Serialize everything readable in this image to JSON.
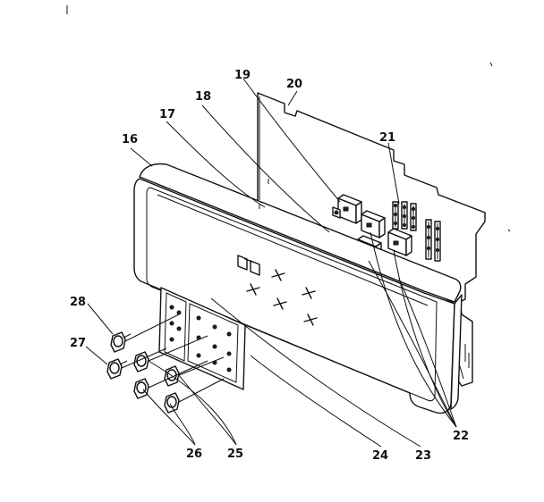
{
  "diagram": {
    "callouts": [
      {
        "id": "c16",
        "text": "16"
      },
      {
        "id": "c17",
        "text": "17"
      },
      {
        "id": "c18",
        "text": "18"
      },
      {
        "id": "c19",
        "text": "19"
      },
      {
        "id": "c20",
        "text": "20"
      },
      {
        "id": "c21",
        "text": "21"
      },
      {
        "id": "c22",
        "text": "22"
      },
      {
        "id": "c23",
        "text": "23"
      },
      {
        "id": "c24",
        "text": "24"
      },
      {
        "id": "c25",
        "text": "25"
      },
      {
        "id": "c26",
        "text": "26"
      },
      {
        "id": "c27",
        "text": "27"
      },
      {
        "id": "c28",
        "text": "28"
      }
    ]
  }
}
